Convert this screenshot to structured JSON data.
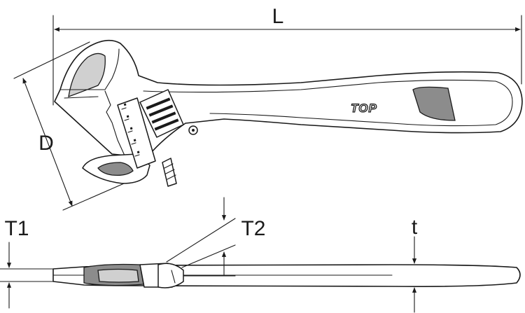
{
  "dimensions": {
    "length": "L",
    "jaw_capacity": "D",
    "jaw_thickness": "T1",
    "head_thickness": "T2",
    "handle_thickness": "t"
  },
  "brand": "TOP",
  "colors": {
    "ink": "#1a1a1a",
    "background": "#ffffff",
    "shade": "#8c8c8c"
  }
}
